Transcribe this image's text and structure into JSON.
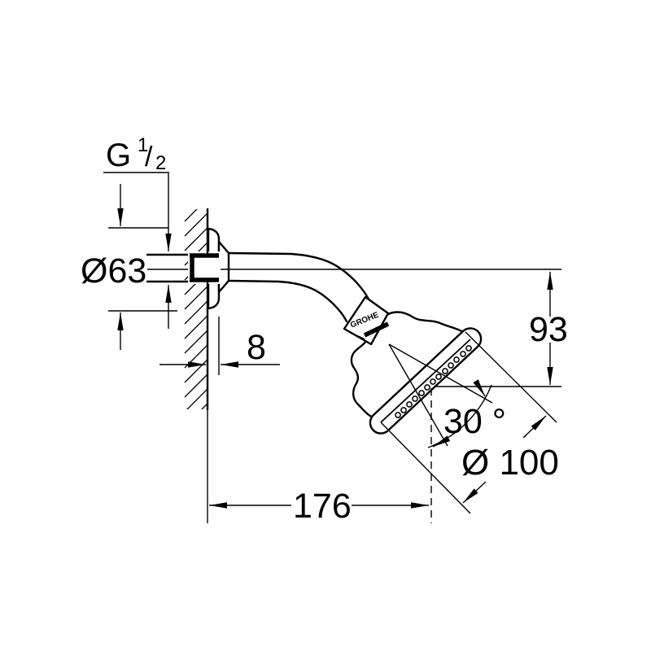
{
  "drawing": {
    "brand_mark": "GROHE",
    "labels": {
      "thread": {
        "g": "G",
        "numerator": "1",
        "slash": "/",
        "denominator": "2"
      },
      "flange_diameter": "Ø63",
      "wall_offset": "8",
      "drop_height": "93",
      "spray_angle": "30 °",
      "head_diameter": "Ø 100",
      "arm_projection": "176"
    }
  }
}
